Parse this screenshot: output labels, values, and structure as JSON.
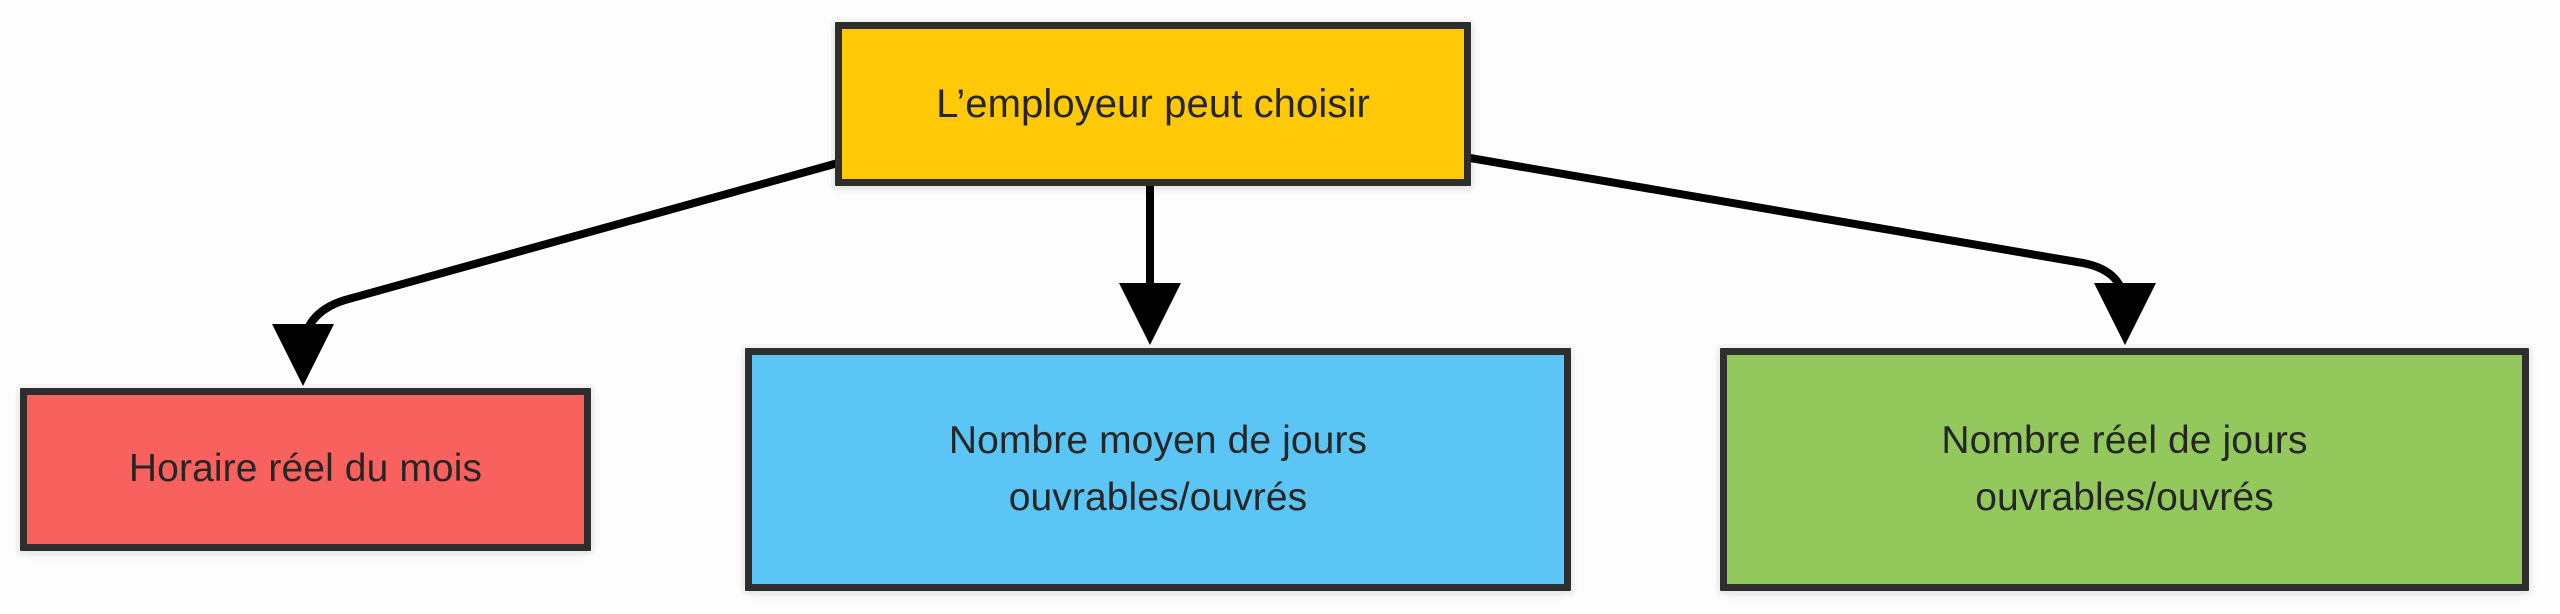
{
  "diagram": {
    "title": "L’employeur peut choisir",
    "type": "decision-tree",
    "background_color": "#fdfdfd",
    "root": {
      "id": "root",
      "label": "L’employeur peut choisir",
      "fill_color": "#ffc907",
      "border_color": "#2e2e2e",
      "text_color": "#262626"
    },
    "options": [
      {
        "id": "option-a",
        "label": "Horaire réel du mois",
        "fill_color": "#f9615e",
        "border_color": "#2e2e2e",
        "text_color": "#262626"
      },
      {
        "id": "option-b",
        "label": "Nombre moyen de jours\nouvrables/ouvrés",
        "fill_color": "#5bc5f5",
        "border_color": "#2e2e2e",
        "text_color": "#262626"
      },
      {
        "id": "option-c",
        "label": "Nombre réel de jours\nouvrables/ouvrés",
        "fill_color": "#92c85c",
        "border_color": "#2e2e2e",
        "text_color": "#262626"
      }
    ],
    "connectors": [
      {
        "id": "connector-root-to-option-a",
        "from": "root",
        "to": "option-a",
        "style": "elbow-curved",
        "arrow": "solid-triangle",
        "color": "#000000"
      },
      {
        "id": "connector-root-to-option-b",
        "from": "root",
        "to": "option-b",
        "style": "straight-vertical",
        "arrow": "solid-triangle",
        "color": "#000000"
      },
      {
        "id": "connector-root-to-option-c",
        "from": "root",
        "to": "option-c",
        "style": "elbow-curved",
        "arrow": "solid-triangle",
        "color": "#000000"
      }
    ]
  }
}
